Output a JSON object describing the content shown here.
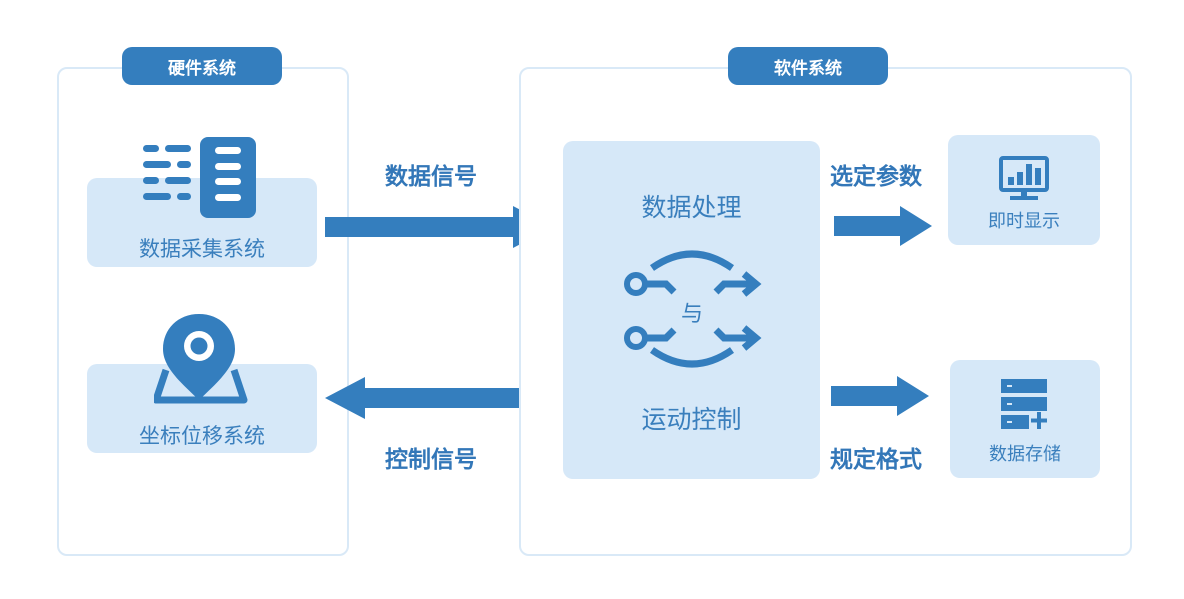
{
  "colors": {
    "primary": "#347ebe",
    "card_bg": "#d6e8f8",
    "panel_border": "#d9e9f7",
    "text": "#3a7fbd"
  },
  "hardware": {
    "title": "硬件系统",
    "modules": [
      {
        "label": "数据采集系统",
        "icon": "server-list-icon"
      },
      {
        "label": "坐标位移系统",
        "icon": "map-pin-icon"
      }
    ]
  },
  "software": {
    "title": "软件系统",
    "core": {
      "top_label": "数据处理",
      "connector": "与",
      "bottom_label": "运动控制",
      "icon": "flow-exchange-icon"
    },
    "outputs": [
      {
        "label": "即时显示",
        "icon": "monitor-chart-icon",
        "arrow_label": "选定参数"
      },
      {
        "label": "数据存储",
        "icon": "database-add-icon",
        "arrow_label": "规定格式"
      }
    ]
  },
  "flows": {
    "data_signal": "数据信号",
    "control_signal": "控制信号"
  }
}
